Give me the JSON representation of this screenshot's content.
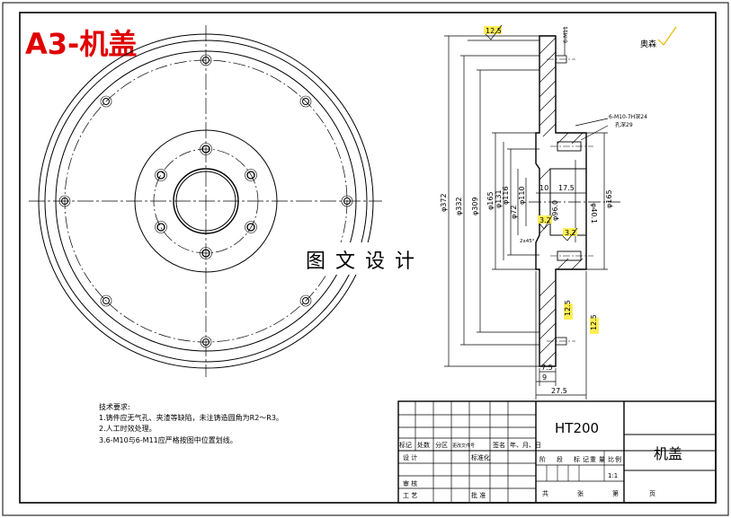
{
  "title_tag": "A3-机盖",
  "watermark": "图 文 设 计",
  "approval_mark": "奥森",
  "views": {
    "front": {
      "bolt_circle_outer_holes": 8,
      "bolt_circle_inner_holes": 6
    },
    "section": {
      "dimensions": {
        "d372": "φ372",
        "d332": "φ332",
        "d309": "φ309",
        "d165a": "φ165",
        "d165b": "φ165",
        "d131": "φ131",
        "d116": "φ116",
        "d110": "φ110",
        "d72": "φ72",
        "d96": "φ96.0",
        "d40": "φ40.1",
        "len10": "10",
        "len175": "17.5",
        "len75": "7.5",
        "len9": "9",
        "len275": "27.5",
        "chamfer": "2x45°",
        "m11": "6-M11",
        "thread_note1": "6-M10-7H深24",
        "thread_note2": "孔深29"
      },
      "roughness": [
        "12.5",
        "3.2",
        "3.2",
        "12.5",
        "12.5"
      ]
    }
  },
  "tech_requirements": {
    "heading": "技术要求:",
    "items": [
      "1.铸件应无气孔、夹渣等缺陷，未注铸造圆角为R2～R3。",
      "2.人工时效处理。",
      "3.6-M10与6-M11应严格按图中位置划线。"
    ]
  },
  "title_block": {
    "material": "HT200",
    "part_name": "机盖",
    "scale": "1:1",
    "rev_row": [
      "标记",
      "处数",
      "分区",
      "更改文件号",
      "签名",
      "年、月、日"
    ],
    "design": "设 计",
    "standardize": "标准化",
    "stage_labels": [
      "阶",
      "段",
      "标",
      "记",
      "重",
      "量",
      "比",
      "例"
    ],
    "check": "审 核",
    "process": "工 艺",
    "approve": "批 准",
    "sheets_total": "共",
    "sheets_unit": "张",
    "sheet_no": "第",
    "page_unit": "页"
  }
}
